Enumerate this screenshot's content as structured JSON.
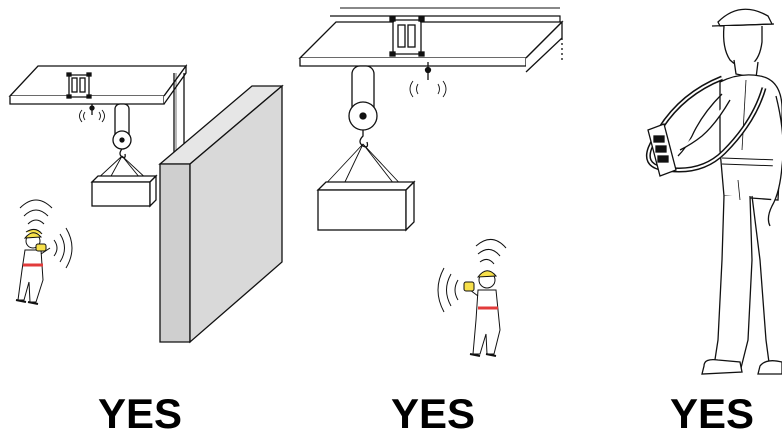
{
  "panels": [
    {
      "caption": "YES"
    },
    {
      "caption": "YES"
    },
    {
      "caption": "YES"
    }
  ],
  "colors": {
    "helmet": "#f7e04b",
    "sash": "#e23b3b",
    "wall": "#d6d6d6",
    "wall_side": "#b9b9b9",
    "line": "#111111"
  }
}
